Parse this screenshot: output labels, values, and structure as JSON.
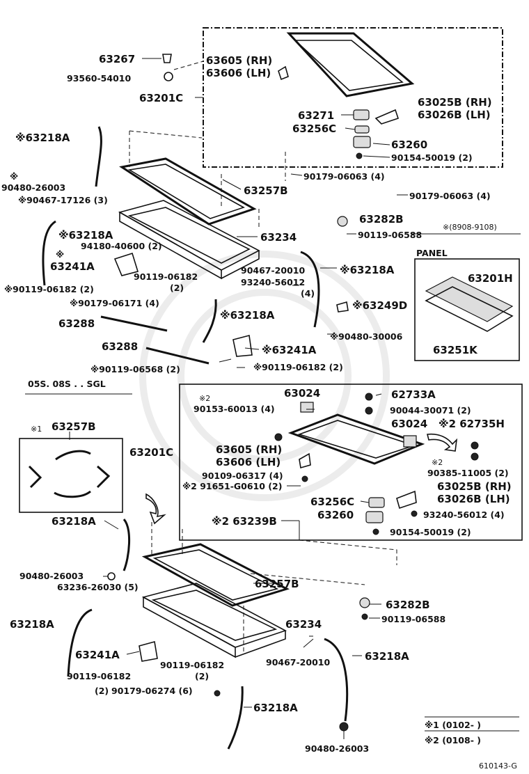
{
  "labels": {
    "l63267": "63267",
    "l93560": "93560-54010",
    "l63201C_top": "63201C",
    "l63605_top": "63605 (RH)",
    "l63606_top": "63606 (LH)",
    "l63025B_top": "63025B (RH)",
    "l63026B_top": "63026B (LH)",
    "l63271": "63271",
    "l63256C_top": "63256C",
    "l63260_top": "63260",
    "l90154_top": "90154-50019 (2)",
    "l90179_a": "90179-06063 (4)",
    "l90179_b": "90179-06063 (4)",
    "l63218A_1": "※63218A",
    "l90480_a_mark": "※",
    "l90480_a": "90480-26003",
    "l90467_a": "※90467-17126 (3)",
    "l63257B_top": "63257B",
    "l63282B_top": "63282B",
    "l90119_06588_top": "90119-06588",
    "l8908": "※(8908-9108)",
    "l63218A_2": "※63218A",
    "l94180": "94180-40600 (2)",
    "l63234_top": "63234",
    "l63241A_mark": "※",
    "l63241A_1": "63241A",
    "l90119_06182_a": "90119-06182",
    "l90119_06182_a2": "(2)",
    "l90467_20010_a": "90467-20010",
    "l93240_a": "93240-56012",
    "l93240_a2": "(4)",
    "l63218A_3": "※63218A",
    "l90119_06182_b": "※90119-06182 (2)",
    "l90179_06171": "※90179-06171 (4)",
    "l63218A_4": "※63218A",
    "l63249D": "※63249D",
    "l63288_a": "63288",
    "l90480_30006": "※90480-30006",
    "l63288_b": "63288",
    "l63241A_2": "※63241A",
    "l90119_06568": "※90119-06568 (2)",
    "l90119_06182_c": "※90119-06182 (2)",
    "panel_title": "PANEL",
    "l63201H": "63201H",
    "l63251K": "63251K",
    "sgl_note": "05S. 08S . . SGL",
    "l63257B_inset": "63257B",
    "inset_mark": "※1",
    "l63024_a": "63024",
    "l90153_mark": "※2",
    "l90153": "90153-60013 (4)",
    "l62733A": "62733A",
    "l90044": "90044-30071 (2)",
    "l63024_b": "63024",
    "l62735H": "※2 62735H",
    "l63201C_mid": "63201C",
    "l63605_mid": "63605 (RH)",
    "l63606_mid": "63606 (LH)",
    "l90385_mark": "※2",
    "l90385": "90385-11005 (2)",
    "l90109": "90109-06317 (4)",
    "l91651": "※2 91651-G0610 (2)",
    "l63025B_mid": "63025B (RH)",
    "l63026B_mid": "63026B (LH)",
    "l63256C_mid": "63256C",
    "l63260_mid": "63260",
    "l93240_b": "93240-56012 (4)",
    "l63218A_5": "63218A",
    "l63239B": "※2 63239B",
    "l90154_mid": "90154-50019 (2)",
    "l90480_b": "90480-26003",
    "l63236": "63236-26030 (5)",
    "l63257B_bot": "63257B",
    "l63282B_bot": "63282B",
    "l90119_06588_bot": "90119-06588",
    "l63218A_6": "63218A",
    "l63234_bot": "63234",
    "l63241A_3": "63241A",
    "l90119_06182_d": "90119-06182",
    "l90119_06182_d2": "(2)",
    "l90467_20010_b": "90467-20010",
    "l63218A_7": "63218A",
    "l90119_06182_e": "90119-06182",
    "l90119_06182_e2": "(2)",
    "l90179_06274": "90179-06274 (6)",
    "l63218A_8": "63218A",
    "l90480_c": "90480-26003",
    "note1": "※1 (0102-        )",
    "note2": "※2 (0108-        )",
    "fig_id": "610143-G"
  }
}
